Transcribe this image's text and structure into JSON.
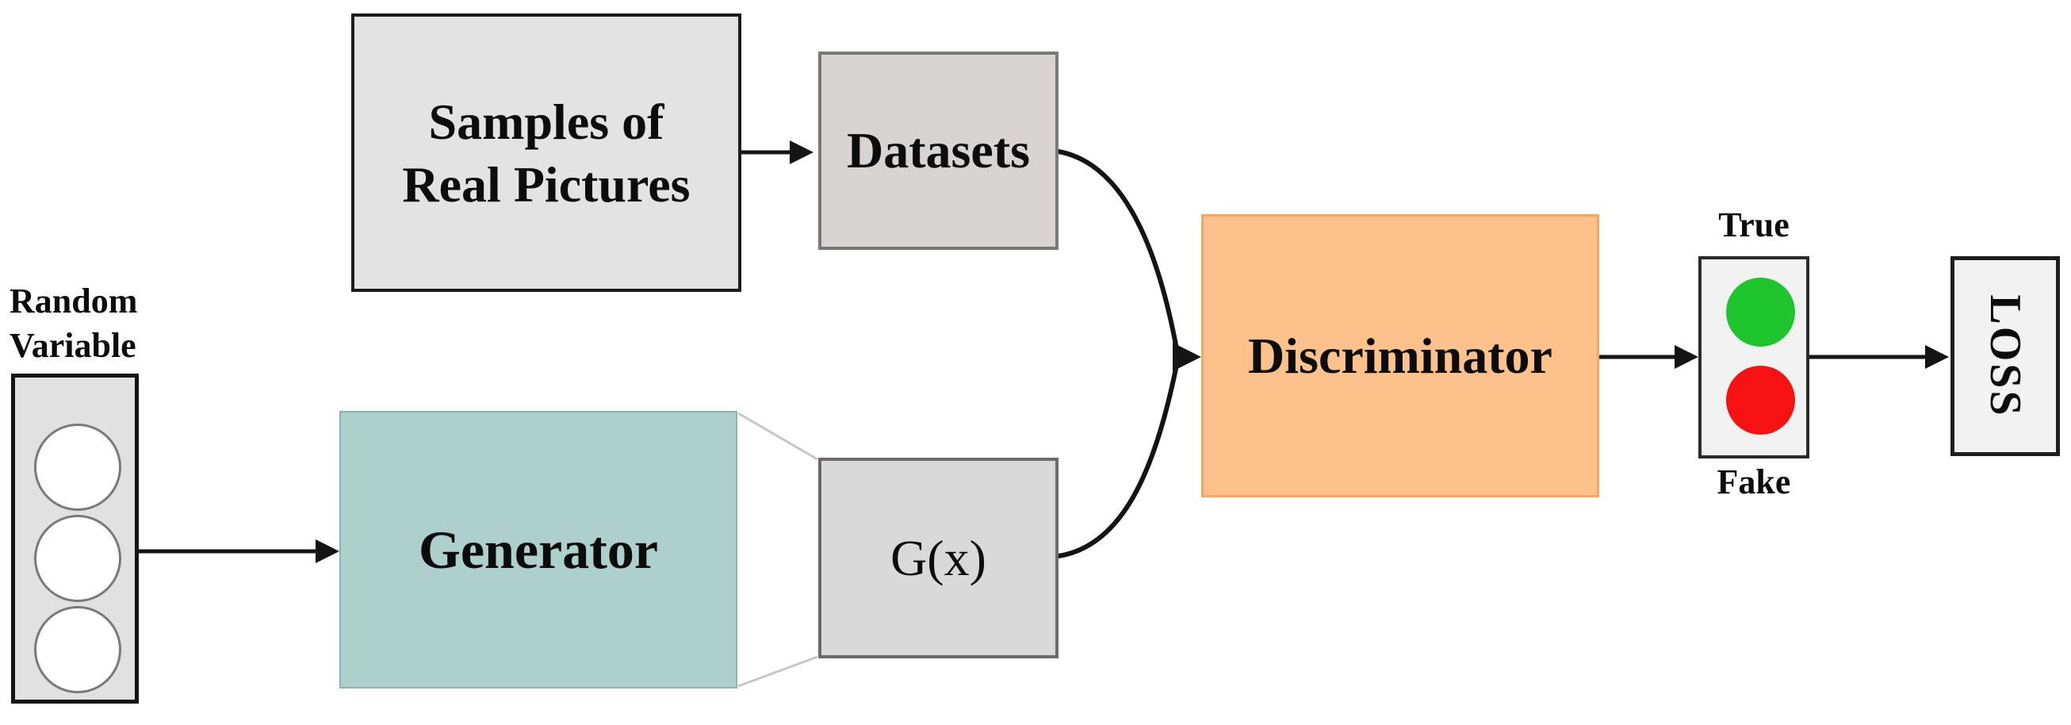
{
  "diagram": {
    "type": "flow-diagram",
    "background": "#ffffff"
  },
  "nodes": {
    "random_variable": {
      "label_line1": "Random",
      "label_line2": "Variable",
      "circle_count": 3,
      "fill": "#e1e1e1"
    },
    "real_samples": {
      "label_line1": "Samples of",
      "label_line2": "Real Pictures",
      "fill": "#e3e3e3"
    },
    "datasets": {
      "label": "Datasets",
      "fill": "#d8d4d4"
    },
    "generator": {
      "label": "Generator",
      "fill": "#add0cd"
    },
    "generated_output": {
      "label": "G(x)",
      "fill": "#d9d9d9"
    },
    "discriminator": {
      "label": "Discriminator",
      "fill": "#fdc28b"
    },
    "verdict": {
      "true_label": "True",
      "fake_label": "Fake",
      "true_color": "#1ec52d",
      "fake_color": "#f61212",
      "fill": "#f2f2f2"
    },
    "loss": {
      "label": "LOSS",
      "fill": "#f2f2f2"
    }
  },
  "connectors": {
    "color": "#141414",
    "funnel_color": "#c6c6c6",
    "flows": [
      "random_variable -> generator",
      "real_samples -> datasets",
      "generator -> generated_output",
      "datasets -> discriminator",
      "generated_output -> discriminator",
      "discriminator -> verdict",
      "verdict -> loss"
    ]
  }
}
